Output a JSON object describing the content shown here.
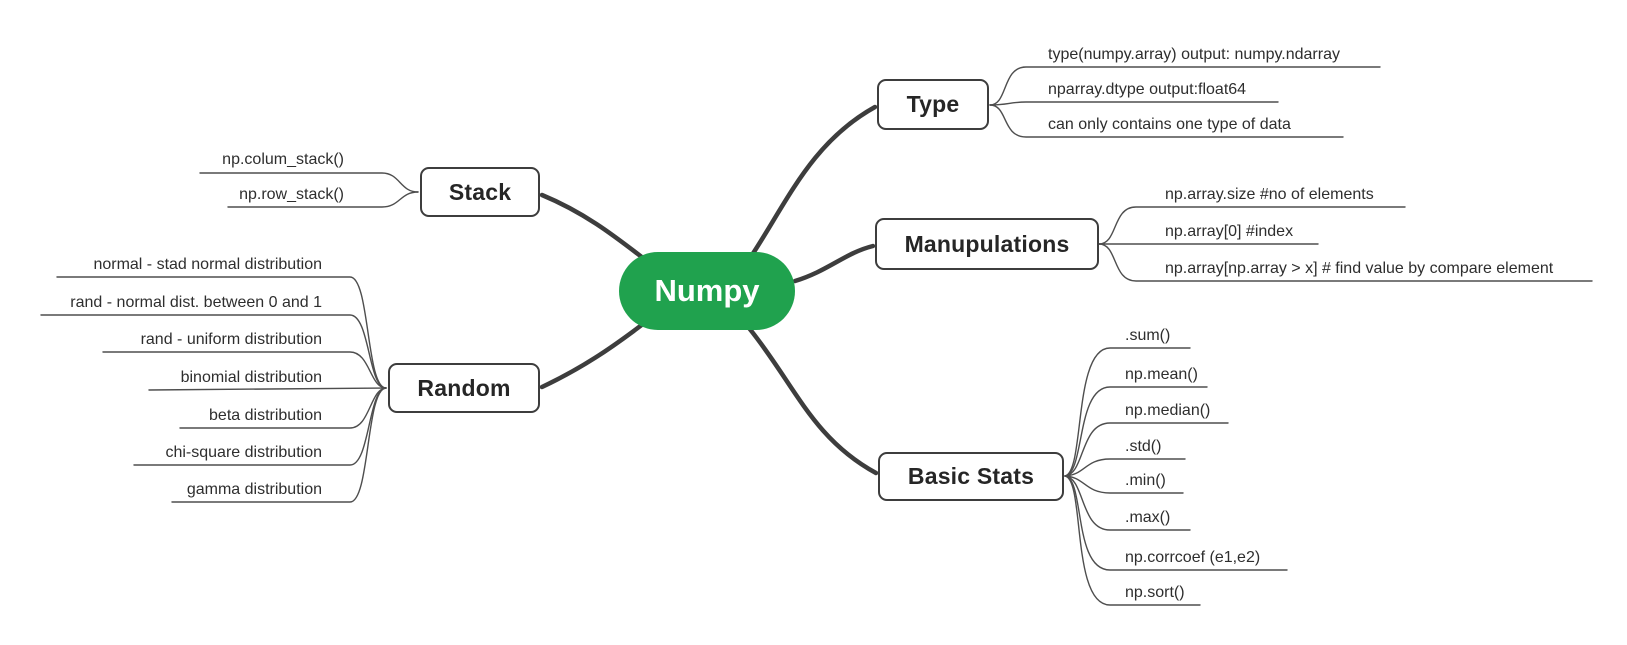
{
  "root": {
    "label": "Numpy",
    "color": "#20A24E"
  },
  "style": {
    "line_color": "#3d3d3d",
    "box_border_color": "#3d3d3d",
    "background": "#ffffff"
  },
  "branches": [
    {
      "label": "Stack",
      "side": "left",
      "children": [
        "np.colum_stack()",
        "np.row_stack()"
      ]
    },
    {
      "label": "Random",
      "side": "left",
      "children": [
        "normal - stad normal distribution",
        "rand - normal dist. between 0 and 1",
        "rand - uniform distribution",
        "binomial distribution",
        "beta distribution",
        "chi-square distribution",
        "gamma distribution"
      ]
    },
    {
      "label": "Type",
      "side": "right",
      "children": [
        "type(numpy.array) output: numpy.ndarray",
        "nparray.dtype output:float64",
        "can only contains one type of data"
      ]
    },
    {
      "label": "Manupulations",
      "side": "right",
      "children": [
        "np.array.size #no of elements",
        "np.array[0] #index",
        "np.array[np.array > x] # find value by compare element"
      ]
    },
    {
      "label": "Basic Stats",
      "side": "right",
      "children": [
        ".sum()",
        "np.mean()",
        "np.median()",
        ".std()",
        ".min()",
        ".max()",
        "np.corrcoef (e1,e2)",
        "np.sort()"
      ]
    }
  ]
}
